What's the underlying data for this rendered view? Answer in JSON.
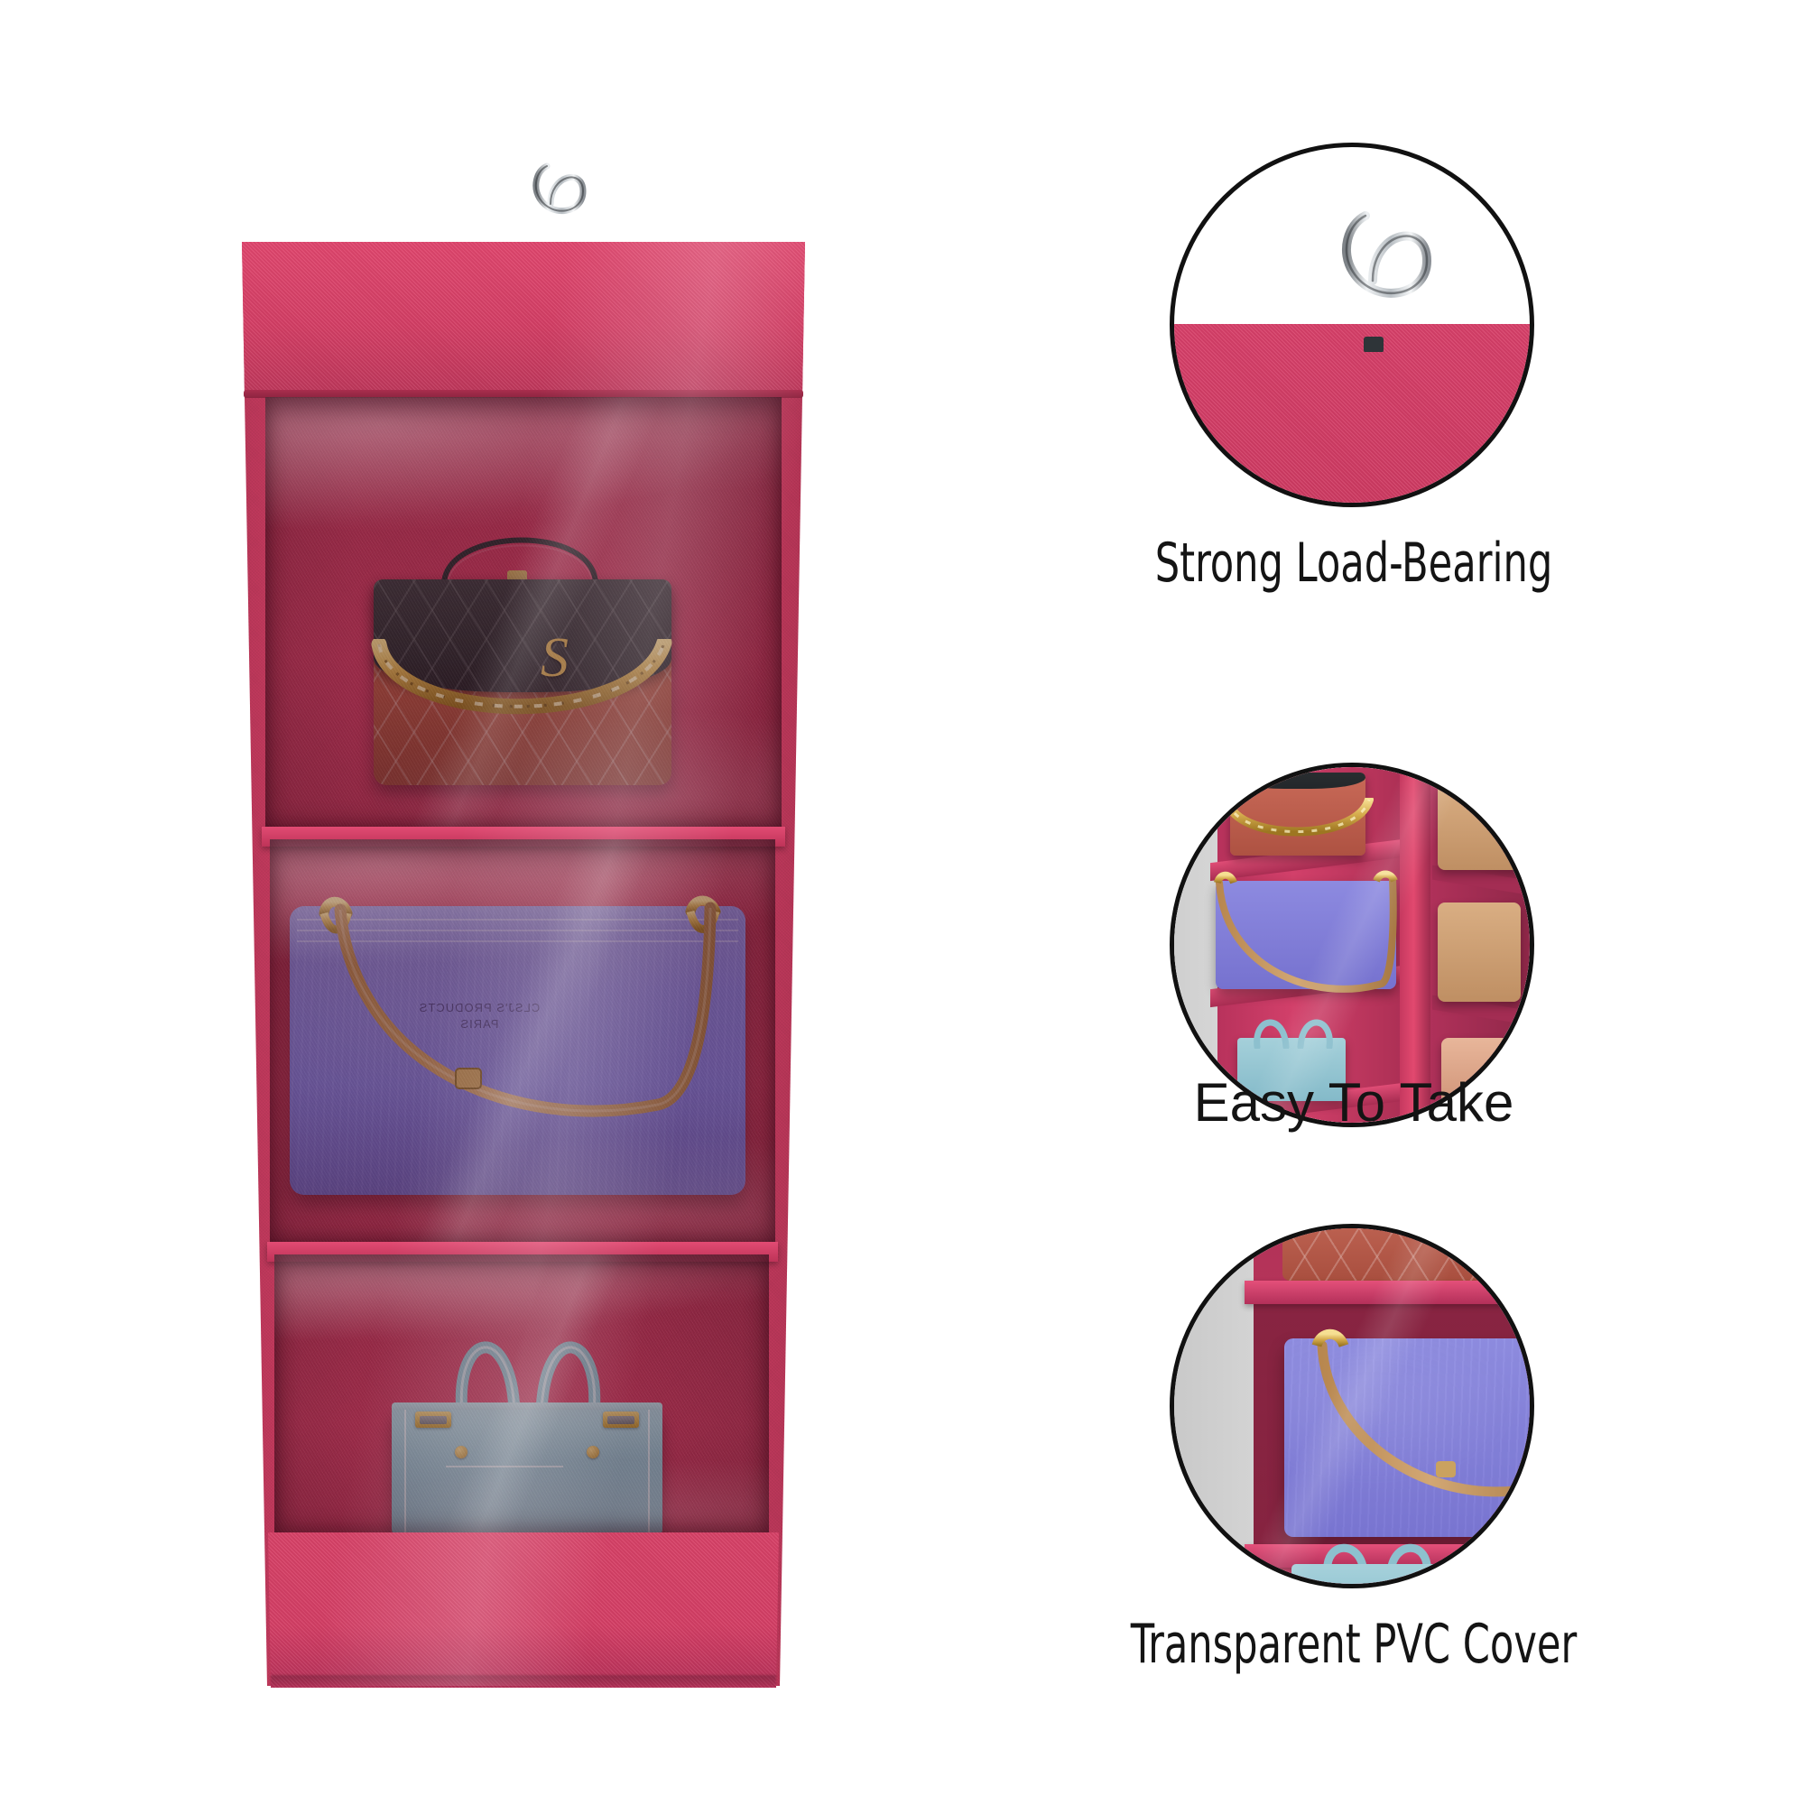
{
  "product": {
    "name": "hanging-handbag-organizer",
    "fabric_color": "#d63f66",
    "hanger": {
      "icon": "hook-icon",
      "material_color": "#c8ccd0"
    },
    "pockets": [
      {
        "index": 1,
        "label": "top-pocket",
        "bag": "flap-bag-with-s-monogram"
      },
      {
        "index": 2,
        "label": "middle-pocket",
        "bag": "purple-suede-clutch"
      },
      {
        "index": 3,
        "label": "bottom-pocket",
        "bag": "blue-tote-bag"
      }
    ],
    "bags": {
      "bag1": {
        "name": "flap-bag",
        "monogram": "S",
        "flap_color": "#2c3134",
        "body_color": "#b85845",
        "chain_color": "#d8ae54"
      },
      "bag2": {
        "name": "purple-clutch",
        "body_color": "#7b77d6",
        "brand_line1": "CLSJ'S PRODUCTS",
        "brand_line2": "PARIS",
        "strap_color": "#c79a6a"
      },
      "bag3": {
        "name": "blue-tote",
        "body_color": "#92c5d3",
        "hardware_color": "#c9a23d"
      }
    }
  },
  "features": [
    {
      "id": "feature-load-bearing",
      "caption": "Strong Load-Bearing",
      "circle_name": "hanger-closeup-circle",
      "border_color": "#111111"
    },
    {
      "id": "feature-easy-to-take",
      "caption": "Easy To Take",
      "circle_name": "shelf-perspective-circle",
      "border_color": "#111111"
    },
    {
      "id": "feature-pvc-cover",
      "caption": "Transparent PVC Cover",
      "circle_name": "pvc-closeup-circle",
      "border_color": "#111111"
    }
  ],
  "background_color": "#ffffff"
}
